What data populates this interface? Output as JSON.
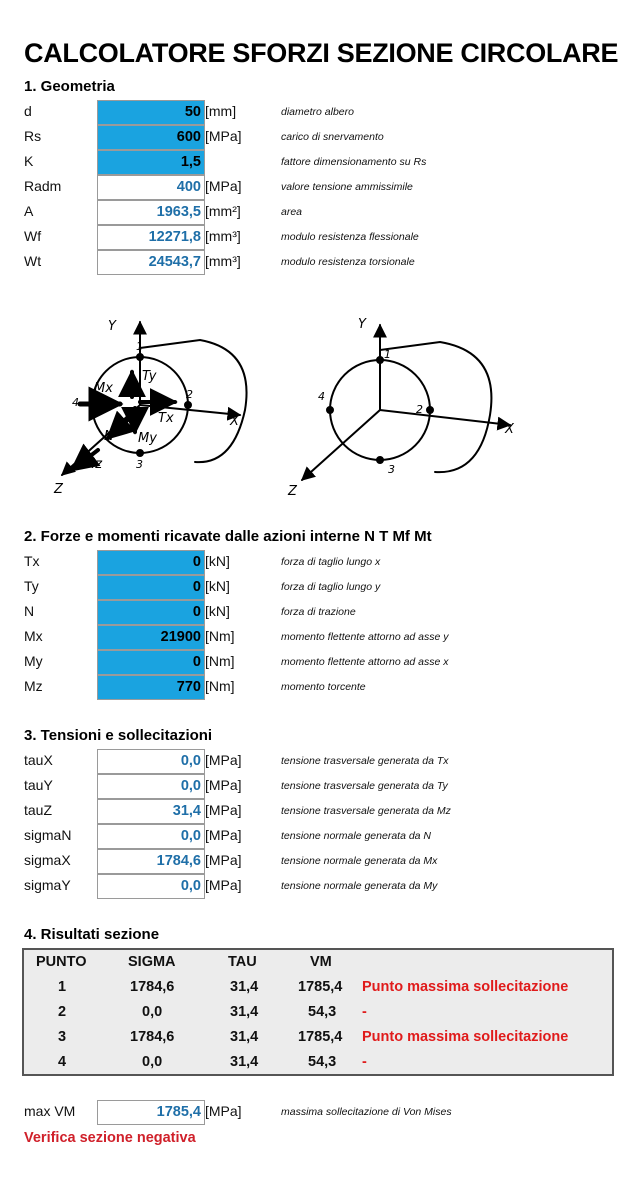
{
  "title": "CALCOLATORE SFORZI SEZIONE CIRCOLARE",
  "geometria": {
    "heading": "1. Geometria",
    "rows": [
      {
        "label": "d",
        "value": "50",
        "unit": "[mm]",
        "desc": "diametro albero"
      },
      {
        "label": "Rs",
        "value": "600",
        "unit": "[MPa]",
        "desc": "carico di snervamento"
      },
      {
        "label": "K",
        "value": "1,5",
        "unit": "",
        "desc": "fattore dimensionamento su Rs"
      },
      {
        "label": "Radm",
        "value": "400",
        "unit": "[MPa]",
        "desc": "valore tensione ammissimile"
      },
      {
        "label": "A",
        "value": "1963,5",
        "unit": "[mm²]",
        "desc": "area"
      },
      {
        "label": "Wf",
        "value": "12271,8",
        "unit": "[mm³]",
        "desc": "modulo resistenza flessionale"
      },
      {
        "label": "Wt",
        "value": "24543,7",
        "unit": "[mm³]",
        "desc": "modulo resistenza torsionale"
      }
    ]
  },
  "diagram": {
    "left": {
      "y": "Y",
      "z": "Z",
      "x": "X",
      "mx": "Mx",
      "my": "My",
      "mz": "Mz",
      "tx": "Tx",
      "ty": "Ty",
      "n": "N",
      "p1": "1",
      "p2": "2",
      "p3": "3",
      "p4": "4"
    },
    "right": {
      "y": "Y",
      "z": "Z",
      "x": "X",
      "p1": "1",
      "p2": "2",
      "p3": "3",
      "p4": "4"
    }
  },
  "forze": {
    "heading": "2. Forze e momenti ricavate dalle azioni interne N T Mf Mt",
    "rows": [
      {
        "label": "Tx",
        "value": "0",
        "unit": "[kN]",
        "desc": "forza di taglio lungo x"
      },
      {
        "label": "Ty",
        "value": "0",
        "unit": "[kN]",
        "desc": "forza di taglio lungo y"
      },
      {
        "label": "N",
        "value": "0",
        "unit": "[kN]",
        "desc": "forza di trazione"
      },
      {
        "label": "Mx",
        "value": "21900",
        "unit": "[Nm]",
        "desc": "momento flettente attorno ad asse y"
      },
      {
        "label": "My",
        "value": "0",
        "unit": "[Nm]",
        "desc": "momento flettente attorno ad asse x"
      },
      {
        "label": "Mz",
        "value": "770",
        "unit": "[Nm]",
        "desc": "momento torcente"
      }
    ]
  },
  "tensioni": {
    "heading": "3. Tensioni e sollecitazioni",
    "rows": [
      {
        "label": "tauX",
        "value": "0,0",
        "unit": "[MPa]",
        "desc": "tensione trasversale generata da Tx"
      },
      {
        "label": "tauY",
        "value": "0,0",
        "unit": "[MPa]",
        "desc": "tensione trasversale generata da Ty"
      },
      {
        "label": "tauZ",
        "value": "31,4",
        "unit": "[MPa]",
        "desc": "tensione trasversale generata da Mz"
      },
      {
        "label": "sigmaN",
        "value": "0,0",
        "unit": "[MPa]",
        "desc": "tensione normale generata da N"
      },
      {
        "label": "sigmaX",
        "value": "1784,6",
        "unit": "[MPa]",
        "desc": "tensione normale generata da Mx"
      },
      {
        "label": "sigmaY",
        "value": "0,0",
        "unit": "[MPa]",
        "desc": "tensione normale generata da My"
      }
    ]
  },
  "risultati": {
    "heading": "4. Risultati sezione",
    "columns": [
      "PUNTO",
      "SIGMA",
      "TAU",
      "VM"
    ],
    "rows": [
      {
        "punto": "1",
        "sigma": "1784,6",
        "tau": "31,4",
        "vm": "1785,4",
        "note": "Punto massima sollecitazione"
      },
      {
        "punto": "2",
        "sigma": "0,0",
        "tau": "31,4",
        "vm": "54,3",
        "note": "-"
      },
      {
        "punto": "3",
        "sigma": "1784,6",
        "tau": "31,4",
        "vm": "1785,4",
        "note": "Punto massima sollecitazione"
      },
      {
        "punto": "4",
        "sigma": "0,0",
        "tau": "31,4",
        "vm": "54,3",
        "note": "-"
      }
    ]
  },
  "maxvm": {
    "label": "max VM",
    "value": "1785,4",
    "unit": "[MPa]",
    "desc": "massima sollecitazione di Von Mises"
  },
  "verifica": "Verifica sezione negativa",
  "colors": {
    "input_fill": "#1aa3e0",
    "output_text": "#1f6fa8",
    "alert": "#e01b1b"
  }
}
